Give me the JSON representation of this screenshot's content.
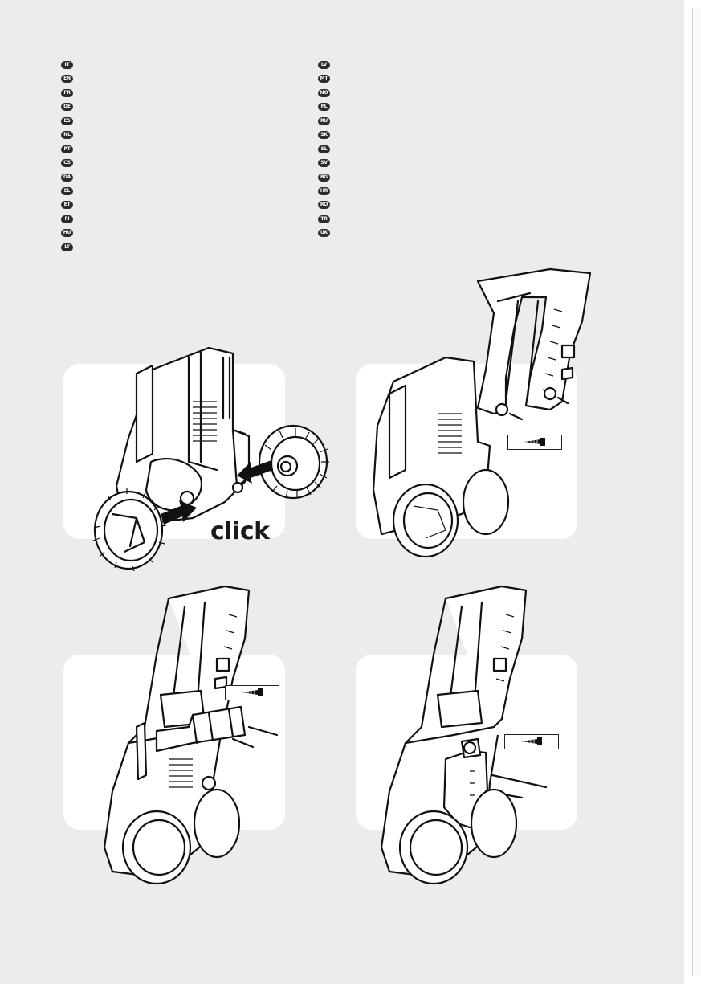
{
  "languages_left": [
    "IT",
    "EN",
    "FR",
    "DE",
    "ES",
    "NL",
    "PT",
    "CS",
    "DA",
    "EL",
    "ET",
    "FI",
    "HU",
    "LT"
  ],
  "languages_right": [
    "LV",
    "MT",
    "NO",
    "PL",
    "RU",
    "SK",
    "SL",
    "SV",
    "BG",
    "HR",
    "RO",
    "TR",
    "UK"
  ],
  "step1": {
    "click_label": "click"
  },
  "icons": {
    "screw": "screw-icon",
    "wheel": "wheel-icon",
    "arrow": "arrow-icon"
  }
}
